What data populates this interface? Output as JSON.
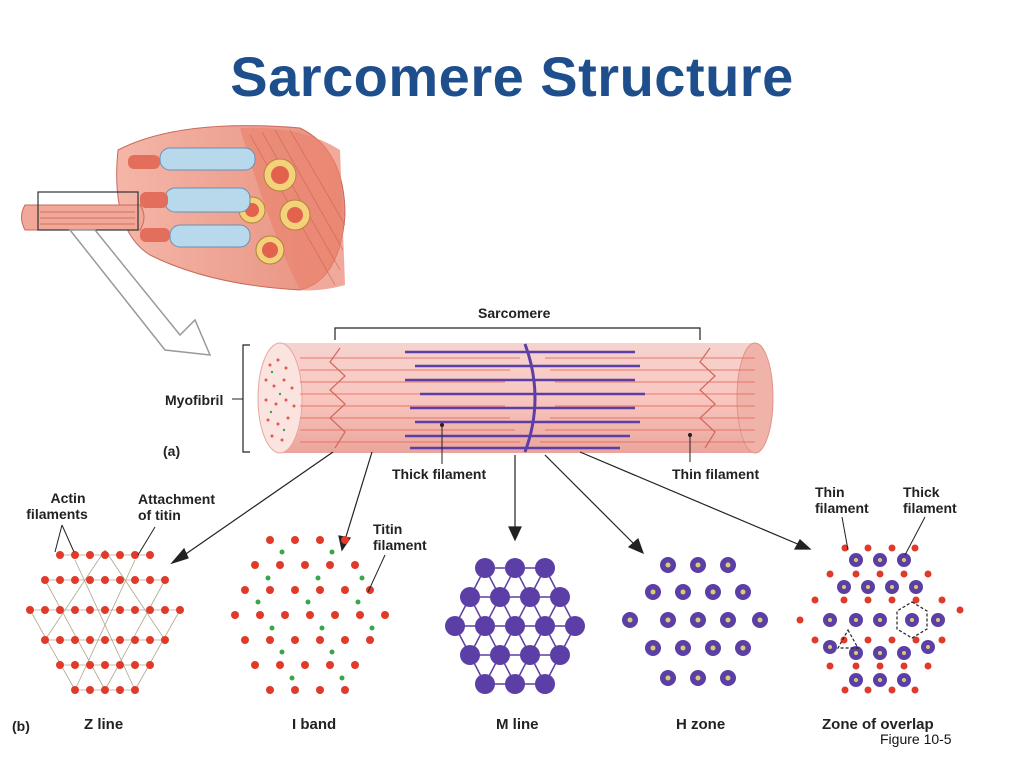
{
  "slide": {
    "title": "Sarcomere Structure",
    "figure_ref": "Figure 10-5"
  },
  "panel_a": {
    "tag": "(a)",
    "sarcomere": "Sarcomere",
    "myofibril": "Myofibril",
    "thick_filament": "Thick filament",
    "thin_filament": "Thin filament"
  },
  "panel_b": {
    "tag": "(b)",
    "actin_line1": "Actin",
    "actin_line2": "filaments",
    "titin_attach_line1": "Attachment",
    "titin_attach_line2": "of titin",
    "titin_fil_line1": "Titin",
    "titin_fil_line2": "filament",
    "thin_line1": "Thin",
    "thin_line2": "filament",
    "thick_line1": "Thick",
    "thick_line2": "filament",
    "sections": [
      "Z line",
      "I band",
      "M line",
      "H zone",
      "Zone of overlap"
    ]
  },
  "colors": {
    "title": "#1f4e8c",
    "actin_red": "#e03a2a",
    "myosin_purple": "#5b3fa6",
    "titin_green": "#3aa64a",
    "fibril_pink": "#f2b7b0"
  }
}
